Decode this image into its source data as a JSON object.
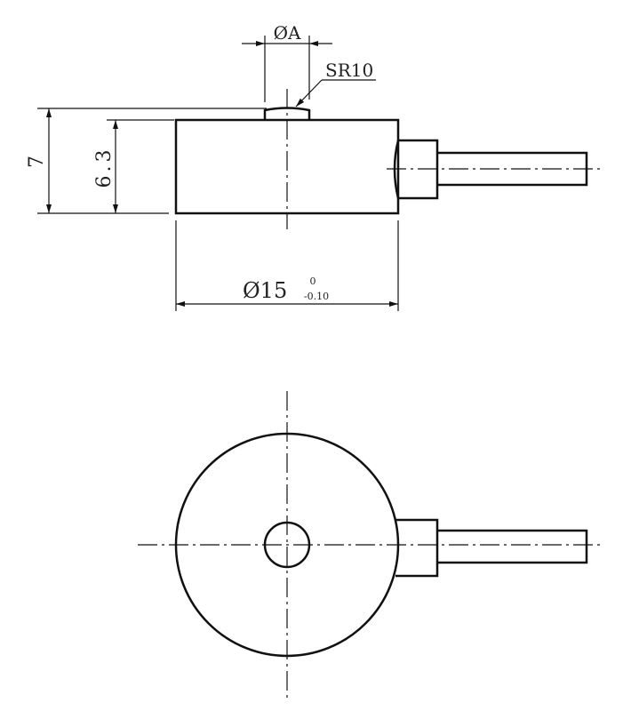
{
  "drawing": {
    "dim_button_diameter": "ØA",
    "dim_sphere_radius": "SR10",
    "dim_total_height": "7",
    "dim_body_height": "6.3",
    "dim_body_diameter": "Ø15",
    "tolerance_upper": "0",
    "tolerance_lower": "-0.10"
  }
}
